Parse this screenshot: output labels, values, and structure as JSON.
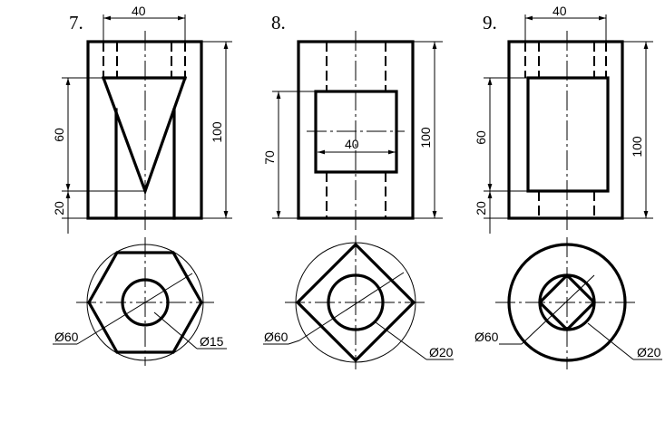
{
  "figures": [
    {
      "number": "7.",
      "top_width": "40",
      "height_upper": "60",
      "height_lower": "20",
      "total_height": "100",
      "diameter_outer": "Ø60",
      "diameter_inner": "Ø15"
    },
    {
      "number": "8.",
      "inner_width": "40",
      "height": "70",
      "total_height": "100",
      "diameter_outer": "Ø60",
      "diameter_inner": "Ø20"
    },
    {
      "number": "9.",
      "top_width": "40",
      "height_upper": "60",
      "height_lower": "20",
      "total_height": "100",
      "diameter_outer": "Ø60",
      "diameter_inner": "Ø20"
    }
  ]
}
